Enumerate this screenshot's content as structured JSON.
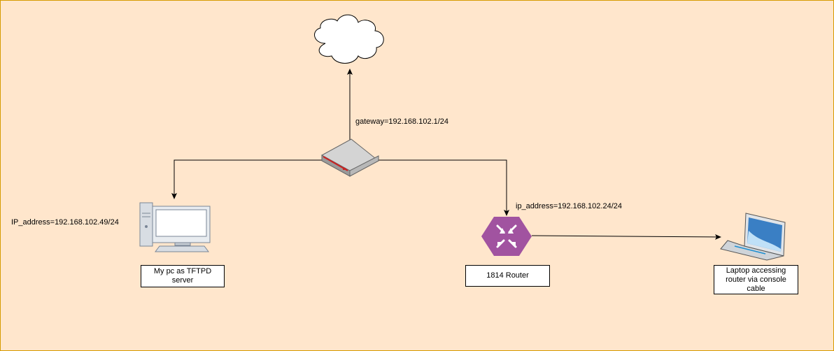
{
  "labels": {
    "gateway": "gateway=192.168.102.1/24",
    "pc_ip": "IP_address=192.168.102.49/24",
    "router_ip": "ip_address=192.168.102.24/24"
  },
  "nodes": {
    "pc": "My pc as TFTPD server",
    "router": "1814 Router",
    "laptop": "Laptop accessing router via console cable"
  },
  "icons": {
    "cloud": "cloud-icon",
    "gateway": "network-appliance-icon",
    "pc": "desktop-computer-icon",
    "router": "router-icon",
    "laptop": "laptop-icon"
  },
  "colors": {
    "background": "#ffe6cc",
    "border": "#d79b00",
    "router": "#a153a0",
    "appliance_accent": "#cc2222"
  }
}
